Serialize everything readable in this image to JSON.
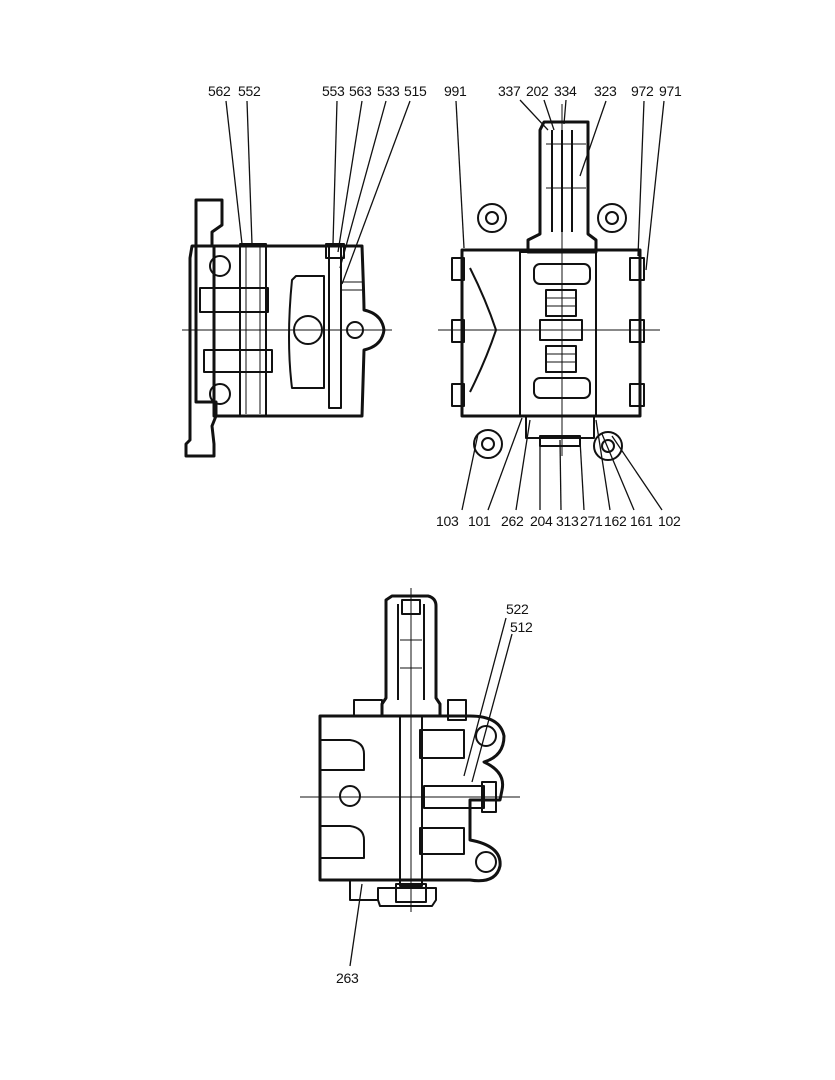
{
  "views": {
    "side": {
      "callouts": [
        "562",
        "552",
        "553",
        "563",
        "533",
        "515"
      ]
    },
    "front": {
      "callouts_top": [
        "991",
        "337",
        "202",
        "334",
        "323",
        "972",
        "971"
      ],
      "callouts_bottom": [
        "103",
        "101",
        "262",
        "204",
        "313",
        "271",
        "162",
        "161",
        "102"
      ]
    },
    "section": {
      "callouts": [
        "522",
        "512",
        "263"
      ]
    }
  }
}
